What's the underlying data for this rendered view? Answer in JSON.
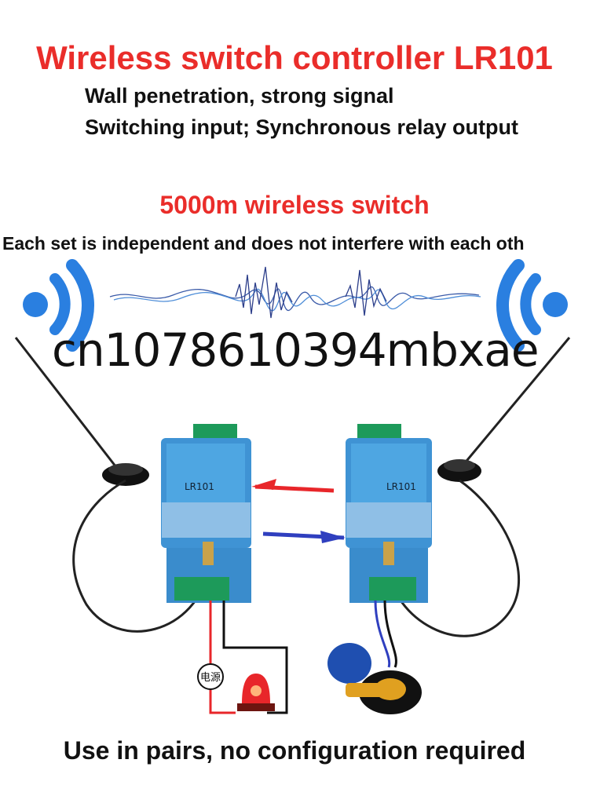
{
  "title": "Wireless switch controller LR101",
  "features": [
    "Wall penetration, strong signal",
    "Switching input; Synchronous relay output"
  ],
  "range_text": "5000m wireless switch",
  "independence_text": "Each set is independent and does not interfere with each oth",
  "watermark": "cn1078610394mbxae",
  "bottom_text": "Use in pairs, no configuration required",
  "device_model": "LR101",
  "power_label": "电源",
  "colors": {
    "title_red": "#ea2d2a",
    "signal_blue": "#2a7fe0",
    "device_blue": "#3f93d4",
    "arrow_red": "#e8262a",
    "arrow_blue": "#2f3fbf"
  },
  "icons": [
    "wifi-signal-icon",
    "antenna-icon",
    "arrow-left-icon",
    "arrow-right-icon",
    "alarm-light-icon",
    "float-switch-icon"
  ]
}
